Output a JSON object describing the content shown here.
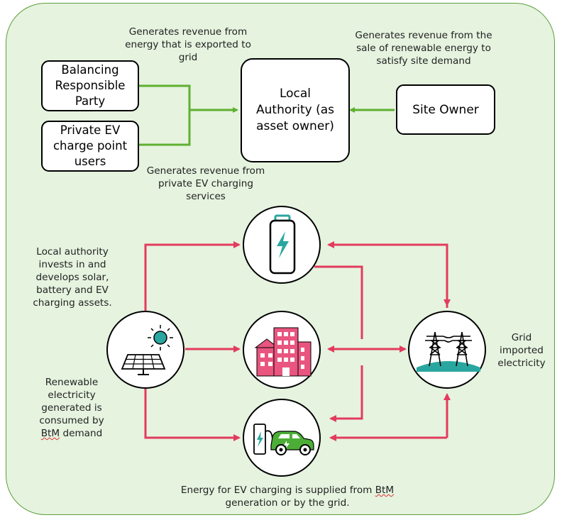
{
  "boxes": {
    "brp": "Balancing\nResponsible\nParty",
    "ev_users": "Private EV\ncharge point\nusers",
    "local_authority": "Local\nAuthority (as\nasset owner)",
    "site_owner": "Site Owner"
  },
  "notes": {
    "export": "Generates revenue from\nenergy that is exported to\ngrid",
    "site_sale": "Generates revenue from the\nsale of renewable energy to\nsatisfy site demand",
    "ev_charging": "Generates revenue from\nprivate EV charging\nservices",
    "invest": "Local authority\ninvests in and\ndevelops solar,\nbattery and EV\ncharging assets.",
    "grid": "Grid\nimported\nelectricity",
    "renewable_pre": "Renewable\nelectricity\ngenerated is\nconsumed by\n",
    "renewable_btm": "BtM",
    "renewable_post": " demand",
    "bottom_pre": "Energy for EV charging is supplied from ",
    "bottom_btm": "BtM",
    "bottom_post": "\ngeneration or by the grid."
  },
  "colors": {
    "green_arrow": "#5fb030",
    "red_arrow": "#e33b5d",
    "panel_fill": "#e5f3df",
    "panel_border": "#5f9e3d",
    "icon_teal": "#2aa6a0",
    "building_pink": "#e9557f",
    "car_green": "#4cae37"
  },
  "icons": {
    "battery": "battery-icon",
    "solar": "solar-panel-icon",
    "building": "building-icon",
    "grid": "pylon-icon",
    "ev": "ev-charging-icon"
  }
}
